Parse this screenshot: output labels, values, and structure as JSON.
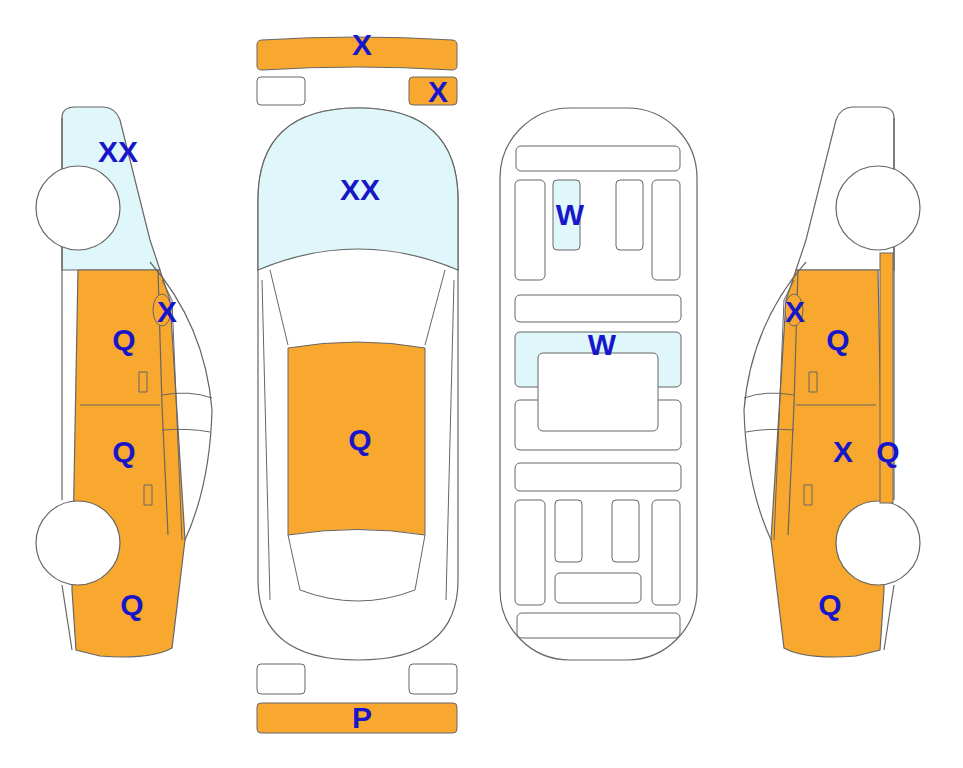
{
  "diagram": {
    "labels": [
      "X",
      "X",
      "XX",
      "XX",
      "W",
      "X",
      "X",
      "Q",
      "W",
      "Q",
      "Q",
      "Q",
      "X",
      "Q",
      "Q",
      "Q",
      "P"
    ]
  }
}
